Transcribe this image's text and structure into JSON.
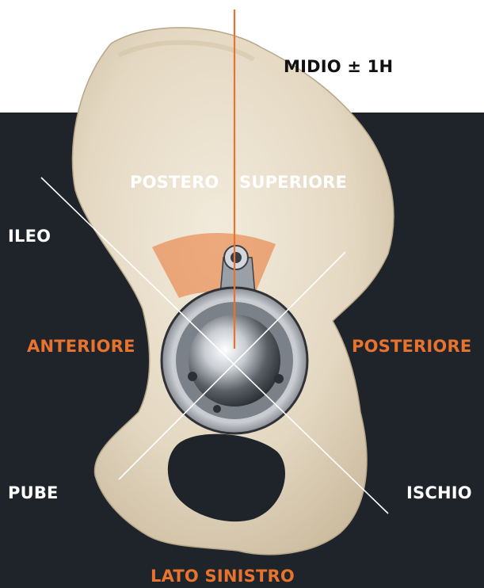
{
  "labels": {
    "midio": "MIDIO ± 1H",
    "postero": "POSTERO",
    "superiore": "SUPERIORE",
    "ileo": "ILEO",
    "anteriore": "ANTERIORE",
    "posteriore": "POSTERIORE",
    "pube": "PUBE",
    "ischio": "ISCHIO",
    "lato_sinistro": "LATO SINISTRO"
  },
  "colors": {
    "background_dark": "#1f242b",
    "accent_orange": "#e8732e",
    "bone": "#e6ddcc",
    "metal": "#b8bcc2"
  },
  "icons": [
    "pelvis-bone-illustration",
    "acetabular-cup-implant"
  ]
}
